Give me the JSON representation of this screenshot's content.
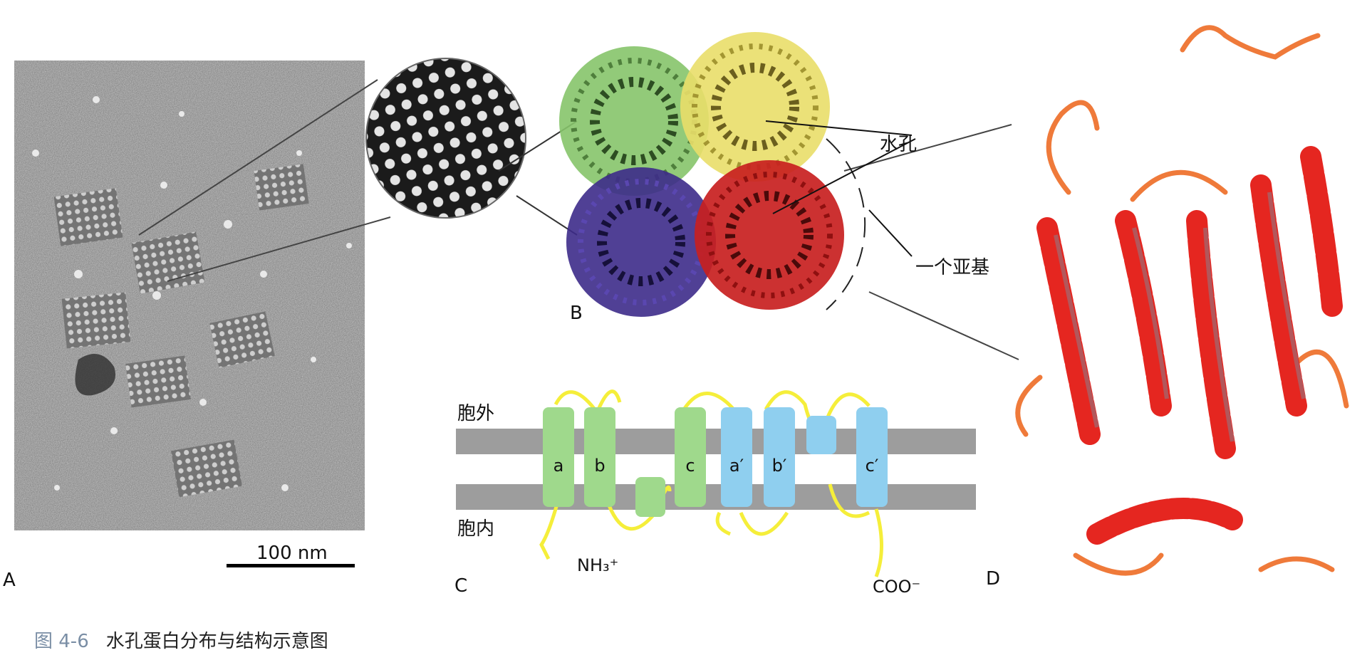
{
  "panel_a": {
    "scale_bar": "100 nm",
    "label": "A"
  },
  "panel_b": {
    "label": "B",
    "annotations": {
      "water_pore": "水孔",
      "subunit": "一个亚基"
    },
    "subunit_colors": [
      "#86c46a",
      "#e9de69",
      "#3d2b8a",
      "#c81f1f"
    ]
  },
  "panel_c": {
    "label": "C",
    "extracellular": "胞外",
    "intracellular": "胞内",
    "n_terminus": "NH₃⁺",
    "c_terminus": "COO⁻",
    "segments": [
      "a",
      "b",
      "c",
      "a′",
      "b′",
      "c′"
    ],
    "colors": {
      "membrane": "#9d9d9d",
      "first_half": "#9fd98c",
      "second_half": "#8fcfef",
      "loop": "#f5ee3a"
    }
  },
  "panel_d": {
    "label": "D",
    "ribbon_color": "#e52620"
  },
  "caption": {
    "figure_number": "图 4-6",
    "text": "水孔蛋白分布与结构示意图"
  }
}
